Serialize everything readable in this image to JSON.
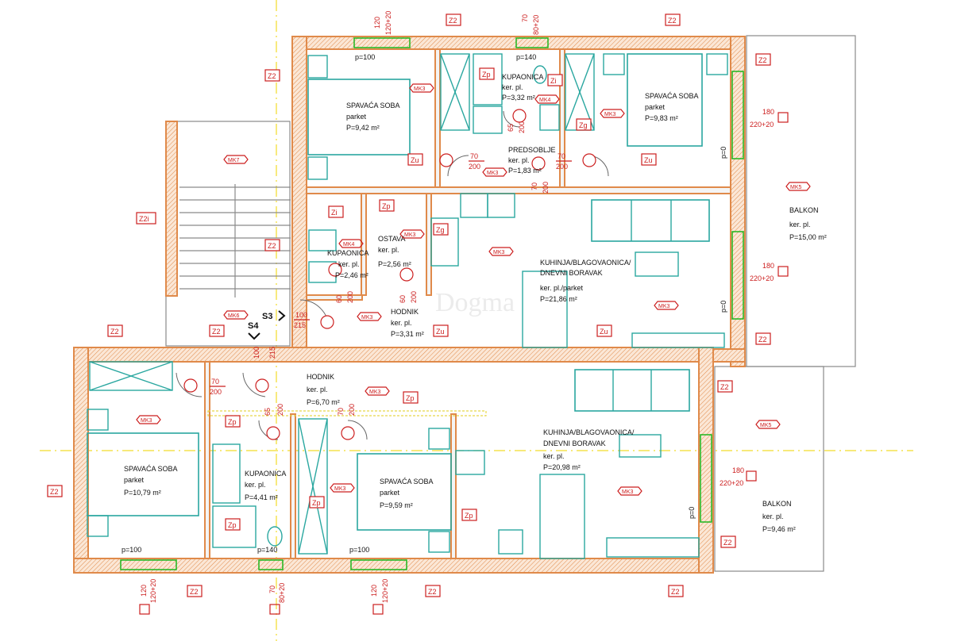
{
  "rooms": [
    {
      "id": "bed1",
      "name": "SPAVAĆA SOBA",
      "floor": "parket",
      "area": "P=9,42 m²"
    },
    {
      "id": "bath1",
      "name": "KUPAONICA",
      "floor": "ker. pl.",
      "area": "P=3,32 m²"
    },
    {
      "id": "hall1",
      "name": "PREDSOBLJE",
      "floor": "ker. pl.",
      "area": "P=1,83 m²"
    },
    {
      "id": "bed2",
      "name": "SPAVAĆA SOBA",
      "floor": "parket",
      "area": "P=9,83 m²"
    },
    {
      "id": "bath2",
      "name": "KUPAONICA",
      "floor": "ker. pl.",
      "area": "P=2,46 m²"
    },
    {
      "id": "store",
      "name": "OSTAVA",
      "floor": "ker. pl.",
      "area": "P=2,56 m²"
    },
    {
      "id": "hall2",
      "name": "HODNIK",
      "floor": "ker. pl.",
      "area": "P=3,31 m²"
    },
    {
      "id": "kitchen1",
      "name": "KUHINJA/BLAGOVAONICA/",
      "name2": "DNEVNI BORAVAK",
      "floor": "ker. pl./parket",
      "area": "P=21,86 m²"
    },
    {
      "id": "balcony1",
      "name": "BALKON",
      "floor": "ker. pl.",
      "area": "P=15,00 m²"
    },
    {
      "id": "hall3",
      "name": "HODNIK",
      "floor": "ker. pl.",
      "area": "P=6,70 m²"
    },
    {
      "id": "bed3",
      "name": "SPAVAĆA SOBA",
      "floor": "parket",
      "area": "P=10,79 m²"
    },
    {
      "id": "bath3",
      "name": "KUPAONICA",
      "floor": "ker. pl.",
      "area": "P=4,41 m²"
    },
    {
      "id": "bed4",
      "name": "SPAVAĆA SOBA",
      "floor": "parket",
      "area": "P=9,59 m²"
    },
    {
      "id": "kitchen2",
      "name": "KUHINJA/BLAGOVAONICA/",
      "name2": "DNEVNI BORAVAK",
      "floor": "ker. pl.",
      "area": "P=20,98 m²"
    },
    {
      "id": "balcony2",
      "name": "BALKON",
      "floor": "ker. pl.",
      "area": "P=9,46 m²"
    }
  ],
  "wall_tags": {
    "z2": "Z2",
    "z2i": "Z2i",
    "zu": "Zu",
    "zp": "Zp",
    "zi": "Zi",
    "zg": "Zg"
  },
  "finish_tags": {
    "mk3": "MK3",
    "mk4": "MK4",
    "mk5": "MK5",
    "mk6": "MK6",
    "mk7": "MK7"
  },
  "dimensions": {
    "p100": "p=100",
    "p140": "p=140",
    "p0": "p=0",
    "w120": "120",
    "w120_20": "120+20",
    "w70": "70",
    "w80_20": "80+20",
    "w180": "180",
    "w220_20": "220+20",
    "d70": "70",
    "d200": "200",
    "d100": "100",
    "d215": "215",
    "d65": "65",
    "d60": "60"
  },
  "markers": {
    "s3": "S3",
    "s4": "S4"
  },
  "watermark": "Dogma",
  "colors": {
    "wall": "#e08a4a",
    "fixture": "#2aa7a0",
    "tag": "#cc1e1e",
    "window": "#1db51d",
    "axis": "#f2dc2a"
  }
}
